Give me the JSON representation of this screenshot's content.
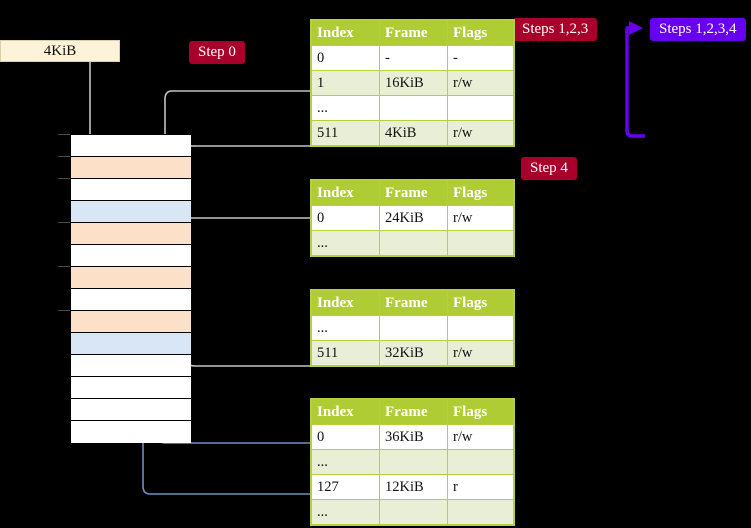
{
  "diagram": {
    "title_label": "4KiB",
    "badges": [
      {
        "name": "step-0",
        "text": "Step 0",
        "color": "#a8002a"
      },
      {
        "name": "steps-123",
        "text": "Steps 1,2,3",
        "color": "#a8002a"
      },
      {
        "name": "steps-1234",
        "text": "Steps 1,2,3,4",
        "color": "#6600ee"
      },
      {
        "name": "step-4",
        "text": "Step 4",
        "color": "#a8002a"
      }
    ],
    "colors": {
      "table_header": "#b0cc34",
      "table_border": "#b6cf3f",
      "row_alt": "#e9eed6",
      "highlight": "#ffff9f",
      "memory_orange": "#fde0c8",
      "memory_blue": "#d8e6f6",
      "label_box": "#fdf3da",
      "wire_gray": "#b8b8b8",
      "wire_blue": "#6f8fc0",
      "arrow_purple": "#6600ee"
    }
  },
  "tables": [
    {
      "name": "page-table-level-0",
      "headers": [
        "Index",
        "Frame",
        "Flags"
      ],
      "rows": [
        {
          "cells": [
            "0",
            "-",
            "-"
          ],
          "shade": "odd",
          "highlight": false
        },
        {
          "cells": [
            "1",
            "16KiB",
            "r/w"
          ],
          "shade": "even",
          "highlight": false
        },
        {
          "cells": [
            "...",
            "",
            ""
          ],
          "shade": "odd",
          "highlight": false
        },
        {
          "cells": [
            "511",
            "4KiB",
            "r/w"
          ],
          "shade": "even",
          "highlight": true
        }
      ]
    },
    {
      "name": "page-table-level-1",
      "headers": [
        "Index",
        "Frame",
        "Flags"
      ],
      "rows": [
        {
          "cells": [
            "0",
            "24KiB",
            "r/w"
          ],
          "shade": "odd",
          "highlight": false
        },
        {
          "cells": [
            "...",
            "",
            ""
          ],
          "shade": "even",
          "highlight": false
        }
      ]
    },
    {
      "name": "page-table-level-2",
      "headers": [
        "Index",
        "Frame",
        "Flags"
      ],
      "rows": [
        {
          "cells": [
            "...",
            "",
            ""
          ],
          "shade": "odd",
          "highlight": false
        },
        {
          "cells": [
            "511",
            "32KiB",
            "r/w"
          ],
          "shade": "even",
          "highlight": false
        }
      ]
    },
    {
      "name": "page-table-level-3",
      "headers": [
        "Index",
        "Frame",
        "Flags"
      ],
      "rows": [
        {
          "cells": [
            "0",
            "36KiB",
            "r/w"
          ],
          "shade": "odd",
          "highlight": false
        },
        {
          "cells": [
            "...",
            "",
            ""
          ],
          "shade": "even",
          "highlight": false
        },
        {
          "cells": [
            "127",
            "12KiB",
            "r"
          ],
          "shade": "odd",
          "highlight": false
        },
        {
          "cells": [
            "...",
            "",
            ""
          ],
          "shade": "even",
          "highlight": false
        }
      ]
    }
  ],
  "memory_column": {
    "name": "physical-memory-column",
    "rows": [
      {
        "fill": "white"
      },
      {
        "fill": "orange"
      },
      {
        "fill": "white"
      },
      {
        "fill": "blue"
      },
      {
        "fill": "orange"
      },
      {
        "fill": "white"
      },
      {
        "fill": "orange"
      },
      {
        "fill": "white"
      },
      {
        "fill": "orange"
      },
      {
        "fill": "blue"
      },
      {
        "fill": "white"
      },
      {
        "fill": "white"
      },
      {
        "fill": "white"
      },
      {
        "fill": "white"
      }
    ],
    "ticks": [
      0,
      1,
      2,
      4,
      6,
      8
    ]
  }
}
